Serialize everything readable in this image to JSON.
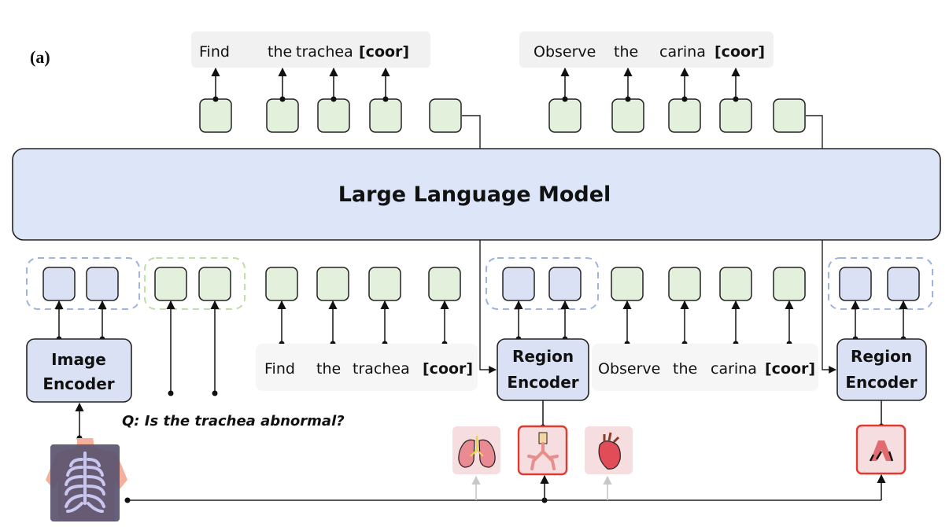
{
  "panel_label": "(a)",
  "llm": {
    "label": "Large Language Model"
  },
  "colors": {
    "token_green": "#e3f0dc",
    "token_blue": "#dbe1f4",
    "llm_fill": "#dce6f8",
    "encoder_fill": "#dbe1f4",
    "text_box_bg": "#f1f1f1",
    "organ_bg": "#f5dde0",
    "selected_border": "#e23a2e",
    "dashed_blue": "#9db3e0",
    "dashed_green": "#c2dcaa",
    "faint_arrow": "#c8c8c8"
  },
  "outputs": {
    "step1": {
      "words": [
        {
          "text": "Find",
          "bold": false
        },
        {
          "text": "the",
          "bold": false
        },
        {
          "text": "trachea",
          "bold": false
        },
        {
          "text": "[coor]",
          "bold": true
        }
      ]
    },
    "step2": {
      "words": [
        {
          "text": "Observe",
          "bold": false
        },
        {
          "text": "the",
          "bold": false
        },
        {
          "text": "carina",
          "bold": false
        },
        {
          "text": "[coor]",
          "bold": true
        }
      ]
    }
  },
  "inputs": {
    "image_encoder": {
      "line1": "Image",
      "line2": "Encoder"
    },
    "region_encoder_1": {
      "line1": "Region",
      "line2": "Encoder"
    },
    "region_encoder_2": {
      "line1": "Region",
      "line2": "Encoder"
    },
    "question": "Q: Is the trachea abnormal?",
    "text1": {
      "words": [
        {
          "text": "Find",
          "bold": false
        },
        {
          "text": "the",
          "bold": false
        },
        {
          "text": "trachea",
          "bold": false
        },
        {
          "text": "[coor]",
          "bold": true
        }
      ]
    },
    "text2": {
      "words": [
        {
          "text": "Observe",
          "bold": false
        },
        {
          "text": "the",
          "bold": false
        },
        {
          "text": "carina",
          "bold": false
        },
        {
          "text": "[coor]",
          "bold": true
        }
      ]
    }
  },
  "regions": [
    {
      "name": "lungs",
      "selected": false
    },
    {
      "name": "trachea",
      "selected": true
    },
    {
      "name": "heart",
      "selected": false
    },
    {
      "name": "carina",
      "selected": true
    }
  ],
  "source_image": {
    "name": "chest-xray"
  }
}
